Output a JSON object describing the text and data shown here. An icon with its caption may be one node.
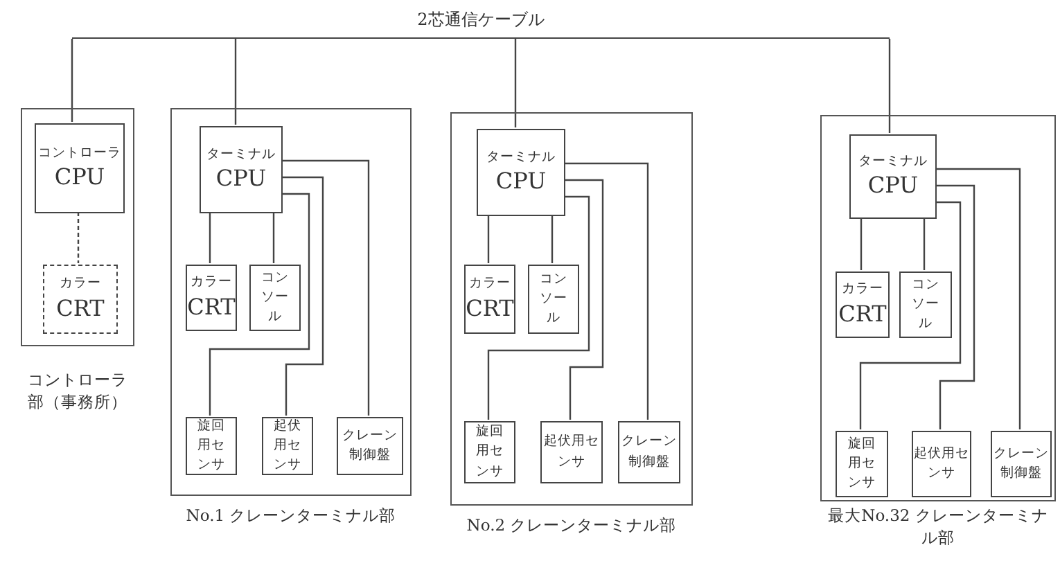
{
  "diagram": {
    "nodes": [
      {
        "text": [
          "2芯通信ケーブル"
        ]
      },
      {
        "text": [
          "コントローラ部（事務所）"
        ]
      },
      {
        "text": [
          "コントローラ",
          "CPU"
        ],
        "in": 1
      },
      {
        "text": [
          "カラー",
          "CRT"
        ],
        "in": 1
      },
      {
        "text": [
          "No.1 クレーンターミナル部"
        ]
      },
      {
        "text": [
          "ターミナル",
          "CPU"
        ],
        "in": 4
      },
      {
        "text": [
          "カラー",
          "CRT"
        ],
        "in": 4
      },
      {
        "text": [
          "コンソール"
        ],
        "in": 4
      },
      {
        "text": [
          "旋回用センサ"
        ],
        "in": 4
      },
      {
        "text": [
          "起伏用センサ"
        ],
        "in": 4
      },
      {
        "text": [
          "クレーン制御盤"
        ],
        "in": 4
      },
      {
        "text": [
          "No.2 クレーンターミナル部"
        ]
      },
      {
        "text": [
          "ターミナル",
          "CPU"
        ],
        "in": 11
      },
      {
        "text": [
          "カラー",
          "CRT"
        ],
        "in": 11
      },
      {
        "text": [
          "コンソール"
        ],
        "in": 11
      },
      {
        "text": [
          "旋回用センサ"
        ],
        "in": 11
      },
      {
        "text": [
          "起伏用センサ"
        ],
        "in": 11
      },
      {
        "text": [
          "クレーン制御盤"
        ],
        "in": 11
      },
      {
        "text": [
          "最大No.32 クレーンターミナル部"
        ]
      },
      {
        "text": [
          "ターミナル",
          "CPU"
        ],
        "in": 18
      },
      {
        "text": [
          "カラー",
          "CRT"
        ],
        "in": 18
      },
      {
        "text": [
          "コンソール"
        ],
        "in": 18
      },
      {
        "text": [
          "旋回用センサ"
        ],
        "in": 18
      },
      {
        "text": [
          "起伏用センサ"
        ],
        "in": 18
      },
      {
        "text": [
          "クレーン制御盤"
        ],
        "in": 18
      }
    ],
    "edges": [
      {
        "from": 0,
        "to": 2,
        "arrow": "none"
      },
      {
        "from": 0,
        "to": 5,
        "arrow": "none"
      },
      {
        "from": 0,
        "to": 12,
        "arrow": "none"
      },
      {
        "from": 0,
        "to": 19,
        "arrow": "none"
      },
      {
        "from": 2,
        "to": 3,
        "arrow": "none",
        "style": "dashed"
      },
      {
        "from": 5,
        "to": 6,
        "arrow": "none"
      },
      {
        "from": 5,
        "to": 7,
        "arrow": "none"
      },
      {
        "from": 5,
        "to": 10,
        "arrow": "none"
      },
      {
        "from": 5,
        "to": 9,
        "arrow": "none"
      },
      {
        "from": 5,
        "to": 8,
        "arrow": "none"
      },
      {
        "from": 12,
        "to": 13,
        "arrow": "none"
      },
      {
        "from": 12,
        "to": 14,
        "arrow": "none"
      },
      {
        "from": 12,
        "to": 17,
        "arrow": "none"
      },
      {
        "from": 12,
        "to": 16,
        "arrow": "none"
      },
      {
        "from": 12,
        "to": 15,
        "arrow": "none"
      },
      {
        "from": 19,
        "to": 20,
        "arrow": "none"
      },
      {
        "from": 19,
        "to": 21,
        "arrow": "none"
      },
      {
        "from": 19,
        "to": 24,
        "arrow": "none"
      },
      {
        "from": 19,
        "to": 23,
        "arrow": "none"
      },
      {
        "from": 19,
        "to": 22,
        "arrow": "none"
      }
    ]
  }
}
